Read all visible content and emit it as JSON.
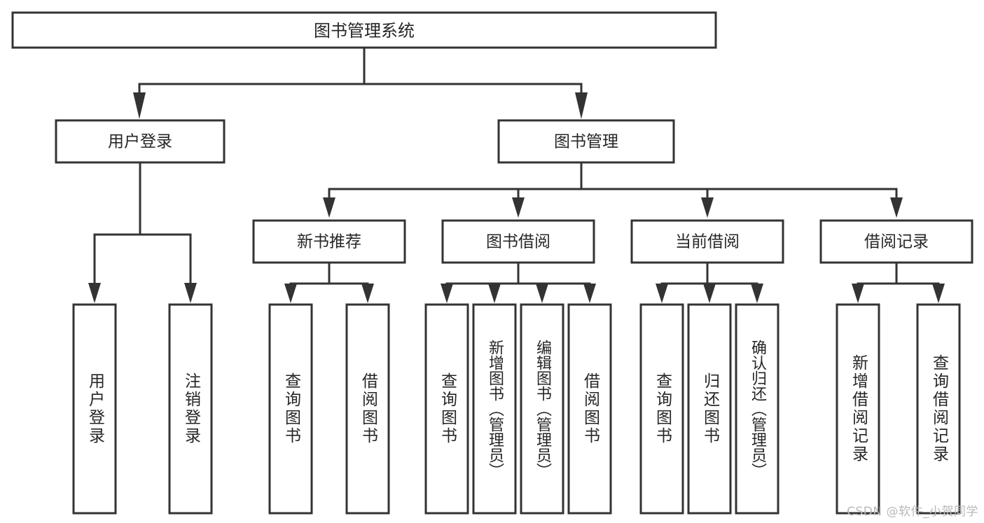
{
  "diagram": {
    "title": "图书管理系统",
    "type": "tree-hierarchy-chart",
    "watermark": "CSDN @软件_小贺同学",
    "colors": {
      "box_fill": "#ffffff",
      "box_stroke": "#333333",
      "text": "#262626",
      "background": "#ffffff",
      "watermark": "#b9b9b9"
    },
    "root": {
      "label": "图书管理系统"
    },
    "level2": [
      {
        "label": "用户登录"
      },
      {
        "label": "图书管理"
      }
    ],
    "level3": [
      {
        "label": "新书推荐"
      },
      {
        "label": "图书借阅"
      },
      {
        "label": "当前借阅"
      },
      {
        "label": "借阅记录"
      }
    ],
    "leaves": {
      "user_login": [
        {
          "label": "用户登录"
        },
        {
          "label": "注销登录"
        }
      ],
      "new_book_recommend": [
        {
          "label": "查询图书"
        },
        {
          "label": "借阅图书"
        }
      ],
      "book_borrow": [
        {
          "label": "查询图书"
        },
        {
          "label": "新增图书（管理员）"
        },
        {
          "label": "编辑图书（管理员）"
        },
        {
          "label": "借阅图书"
        }
      ],
      "current_borrow": [
        {
          "label": "查询图书"
        },
        {
          "label": "归还图书"
        },
        {
          "label": "确认归还（管理员）"
        }
      ],
      "borrow_records": [
        {
          "label": "新增借阅记录"
        },
        {
          "label": "查询借阅记录"
        }
      ]
    }
  }
}
